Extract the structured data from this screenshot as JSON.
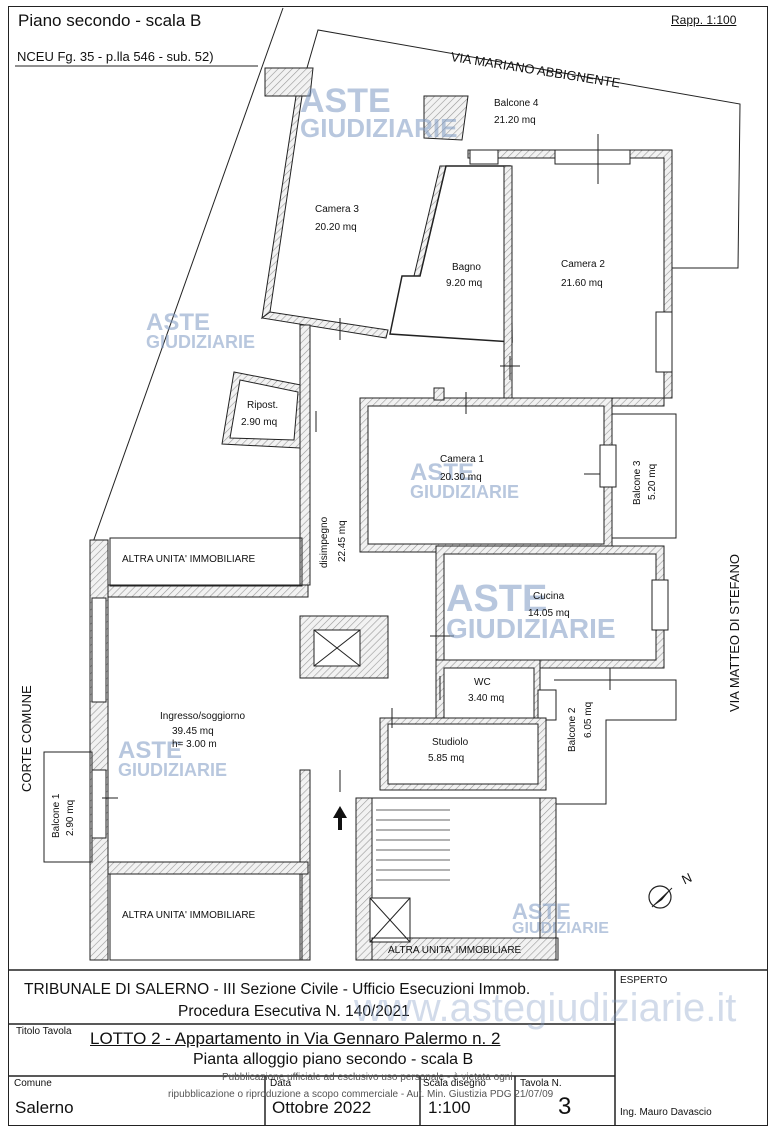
{
  "header": {
    "title": "Piano secondo - scala B",
    "cadastral": "NCEU Fg. 35 - p.lla 546 - sub. 52)",
    "scale": "Rapp. 1:100"
  },
  "streets": {
    "north": "VIA MARIANO ABBIGNENTE",
    "east": "VIA MATTEO DI STEFANO",
    "west": "CORTE COMUNE"
  },
  "rooms": {
    "camera3": {
      "name": "Camera 3",
      "area": "20.20 mq"
    },
    "balcone4": {
      "name": "Balcone 4",
      "area": "21.20 mq"
    },
    "bagno": {
      "name": "Bagno",
      "area": "9.20 mq"
    },
    "camera2": {
      "name": "Camera 2",
      "area": "21.60 mq"
    },
    "ripost": {
      "name": "Ripost.",
      "area": "2.90 mq"
    },
    "camera1": {
      "name": "Camera 1",
      "area": "20.30 mq"
    },
    "balcone3": {
      "name": "Balcone 3",
      "area": "5.20 mq"
    },
    "disimpegno": {
      "name": "disimpegno",
      "area": "22.45 mq"
    },
    "cucina": {
      "name": "Cucina",
      "area": "14.05 mq"
    },
    "wc": {
      "name": "WC",
      "area": "3.40 mq"
    },
    "balcone2": {
      "name": "Balcone 2",
      "area": "6.05 mq"
    },
    "ingresso": {
      "name": "Ingresso/soggiorno",
      "area": "39.45 mq",
      "height": "h= 3.00 m"
    },
    "studiolo": {
      "name": "Studiolo",
      "area": "5.85 mq"
    },
    "balcone1": {
      "name": "Balcone 1",
      "area": "2.90 mq"
    },
    "altra1": "ALTRA UNITA' IMMOBILIARE",
    "altra2": "ALTRA UNITA' IMMOBILIARE",
    "altra3": "ALTRA UNITA' IMMOBILIARE"
  },
  "compass": "N",
  "watermark": {
    "line1": "ASTE",
    "line2": "GIUDIZIARIE",
    "url": "www.astegiudiziarie.it"
  },
  "titleblock": {
    "court": "TRIBUNALE DI SALERNO - III Sezione Civile - Ufficio Esecuzioni Immob.",
    "procedure": "Procedura Esecutiva N. 140/2021",
    "esperto_label": "ESPERTO",
    "titolo_label": "Titolo Tavola",
    "lotto": "LOTTO 2 - Appartamento in Via Gennaro Palermo n. 2",
    "pianta": "Pianta alloggio piano secondo - scala B",
    "comune_label": "Comune",
    "comune": "Salerno",
    "data_label": "Data",
    "data": "Ottobre 2022",
    "scala_label": "Scala disegno",
    "scala": "1:100",
    "tavola_label": "Tavola N.",
    "tavola": "3",
    "notice1": "Pubblicazione ufficiale ad esclusivo uso personale - è vietata ogni",
    "notice2": "ripubblicazione o riproduzione a scopo commerciale - Aut. Min. Giustizia PDG 21/07/09",
    "engineer": "Ing. Mauro Davascio"
  }
}
